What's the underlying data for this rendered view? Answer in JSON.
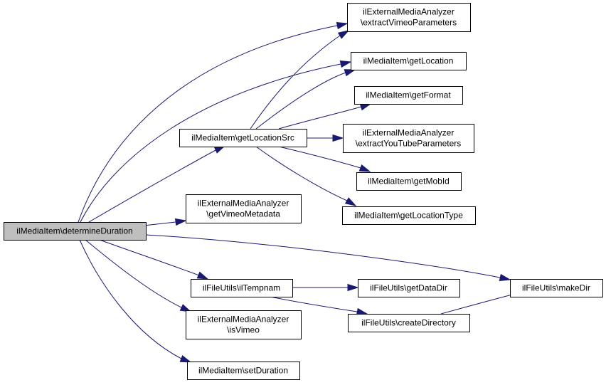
{
  "diagram": {
    "type": "call-graph",
    "colors": {
      "edge": "#191970",
      "root_fill": "#bfbfbf",
      "node_fill": "#ffffff",
      "node_border": "#000000"
    },
    "nodes": [
      {
        "id": "determineDuration",
        "lines": [
          "ilMediaItem\\determineDuration"
        ],
        "root": true
      },
      {
        "id": "extractVimeoParameters",
        "lines": [
          "ilExternalMediaAnalyzer",
          "\\extractVimeoParameters"
        ]
      },
      {
        "id": "getLocation",
        "lines": [
          "ilMediaItem\\getLocation"
        ]
      },
      {
        "id": "getFormat",
        "lines": [
          "ilMediaItem\\getFormat"
        ]
      },
      {
        "id": "extractYouTubeParameters",
        "lines": [
          "ilExternalMediaAnalyzer",
          "\\extractYouTubeParameters"
        ]
      },
      {
        "id": "getMobId",
        "lines": [
          "ilMediaItem\\getMobId"
        ]
      },
      {
        "id": "getLocationType",
        "lines": [
          "ilMediaItem\\getLocationType"
        ]
      },
      {
        "id": "getLocationSrc",
        "lines": [
          "ilMediaItem\\getLocationSrc"
        ]
      },
      {
        "id": "getVimeoMetadata",
        "lines": [
          "ilExternalMediaAnalyzer",
          "\\getVimeoMetadata"
        ]
      },
      {
        "id": "ilTempnam",
        "lines": [
          "ilFileUtils\\ilTempnam"
        ]
      },
      {
        "id": "isVimeo",
        "lines": [
          "ilExternalMediaAnalyzer",
          "\\isVimeo"
        ]
      },
      {
        "id": "setDuration",
        "lines": [
          "ilMediaItem\\setDuration"
        ]
      },
      {
        "id": "getDataDir",
        "lines": [
          "ilFileUtils\\getDataDir"
        ]
      },
      {
        "id": "createDirectory",
        "lines": [
          "ilFileUtils\\createDirectory"
        ]
      },
      {
        "id": "makeDir",
        "lines": [
          "ilFileUtils\\makeDir"
        ]
      }
    ],
    "edges": [
      {
        "from": "determineDuration",
        "to": "extractVimeoParameters"
      },
      {
        "from": "determineDuration",
        "to": "getLocation"
      },
      {
        "from": "determineDuration",
        "to": "getLocationSrc"
      },
      {
        "from": "determineDuration",
        "to": "getVimeoMetadata"
      },
      {
        "from": "determineDuration",
        "to": "makeDir"
      },
      {
        "from": "determineDuration",
        "to": "ilTempnam"
      },
      {
        "from": "determineDuration",
        "to": "isVimeo"
      },
      {
        "from": "determineDuration",
        "to": "setDuration"
      },
      {
        "from": "getLocationSrc",
        "to": "extractVimeoParameters"
      },
      {
        "from": "getLocationSrc",
        "to": "getLocation"
      },
      {
        "from": "getLocationSrc",
        "to": "getFormat"
      },
      {
        "from": "getLocationSrc",
        "to": "extractYouTubeParameters"
      },
      {
        "from": "getLocationSrc",
        "to": "getMobId"
      },
      {
        "from": "getLocationSrc",
        "to": "getLocationType"
      },
      {
        "from": "ilTempnam",
        "to": "getDataDir"
      },
      {
        "from": "ilTempnam",
        "to": "createDirectory"
      },
      {
        "from": "createDirectory",
        "to": "makeDir"
      }
    ]
  }
}
